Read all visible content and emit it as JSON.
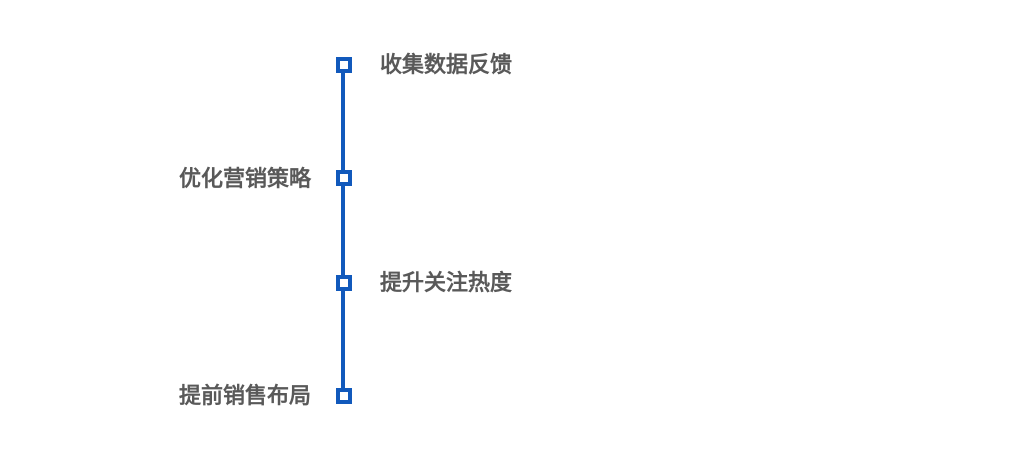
{
  "timeline": {
    "line_color": "#1159bc",
    "label_color": "#595959",
    "nodes": [
      {
        "label": "收集数据反馈",
        "side": "right"
      },
      {
        "label": "优化营销策略",
        "side": "left"
      },
      {
        "label": "提升关注热度",
        "side": "right"
      },
      {
        "label": "提前销售布局",
        "side": "left"
      }
    ]
  }
}
